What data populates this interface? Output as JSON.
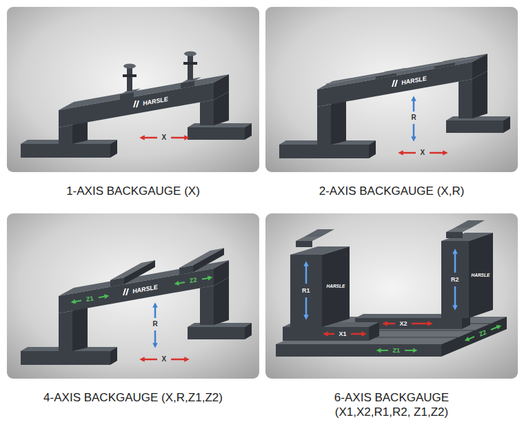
{
  "diagram": {
    "nodes": [
      {
        "text": [
          "1-AXIS BACKGAUGE (X)"
        ]
      },
      {
        "text": [
          "2-AXIS BACKGAUGE (X,R)"
        ]
      },
      {
        "text": [
          "4-AXIS BACKGAUGE (X,R,Z1,Z2)"
        ]
      },
      {
        "text": [
          "6-AXIS BACKGAUGE (X1,X2,R1,R2, Z1,Z2)"
        ]
      }
    ],
    "labels": [
      "HARSLE",
      "X",
      "HARSLE",
      "R",
      "X",
      "Z1",
      "HARSLE",
      "Z2",
      "R",
      "X",
      "R1",
      "HARSLE",
      "R2",
      "HARSLE",
      "X2",
      "X1",
      "Z1",
      "Z2"
    ]
  }
}
